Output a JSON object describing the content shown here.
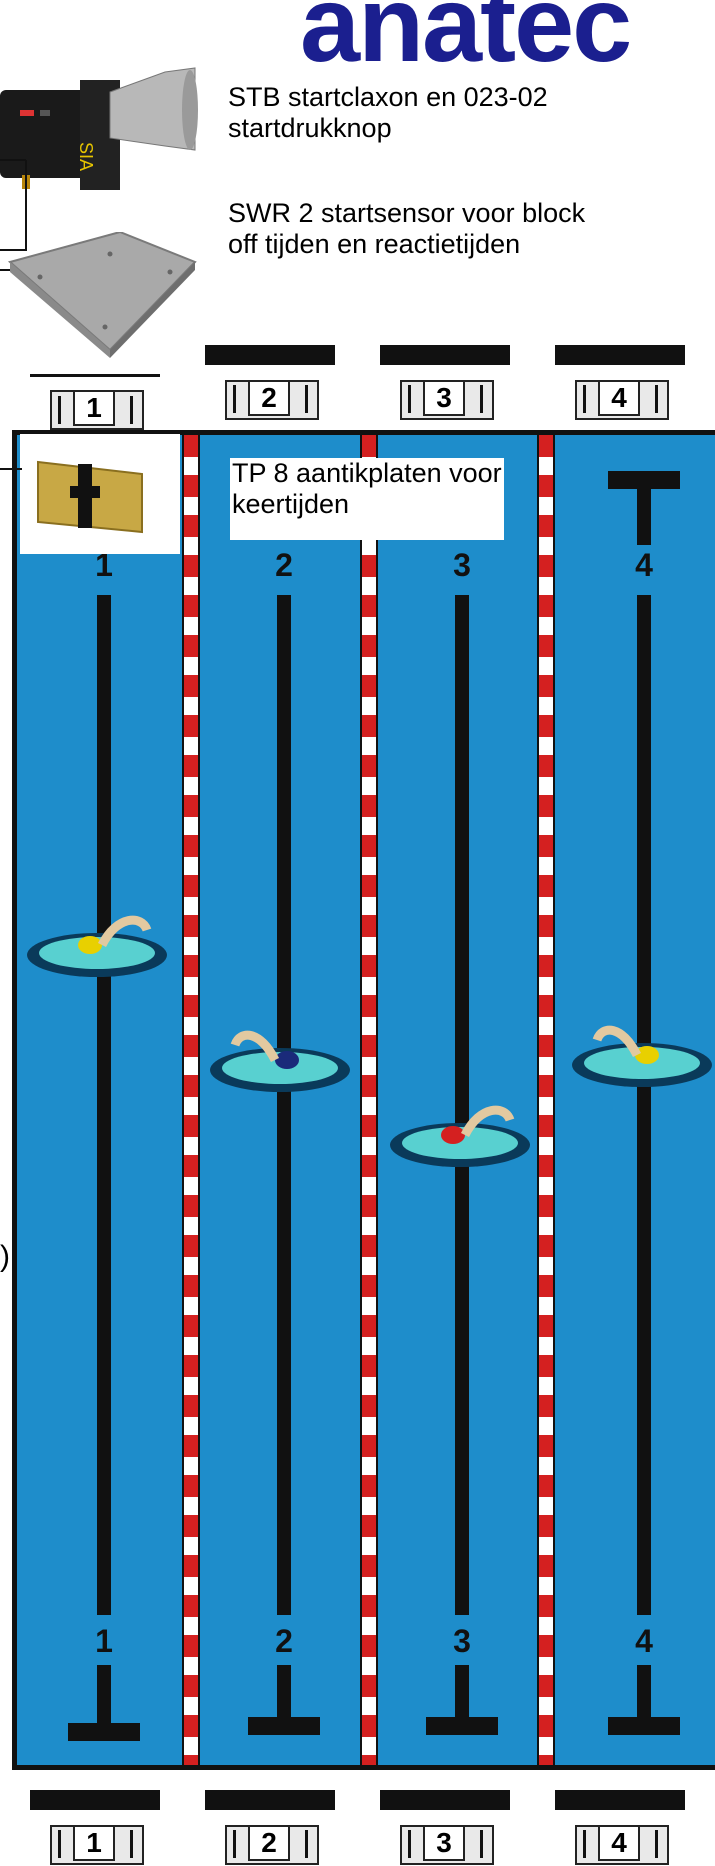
{
  "brand": {
    "text": "anatec"
  },
  "labels": {
    "stb": "STB startclaxon en 023-02 startdrukknop",
    "swr": "SWR 2 startsensor voor block off tijden en reactietijden",
    "tp": "TP 8 aantikplaten voor keertijden",
    "edge": ")"
  },
  "start_blocks_top": [
    "1",
    "2",
    "3",
    "4"
  ],
  "start_blocks_bottom": [
    "1",
    "2",
    "3",
    "4"
  ],
  "lane_numbers_top": [
    "1",
    "2",
    "3",
    "4"
  ],
  "lane_numbers_bottom": [
    "1",
    "2",
    "3",
    "4"
  ],
  "colors": {
    "brand": "#1b1f8f",
    "pool": "#1e8dcb",
    "rope_red": "#d42020",
    "rope_white": "#ffffff",
    "lane_marking": "#111111"
  },
  "icons": [
    "horn-speaker-icon",
    "start-sensor-plate-icon",
    "touchpad-icon",
    "swimmer-icon"
  ]
}
